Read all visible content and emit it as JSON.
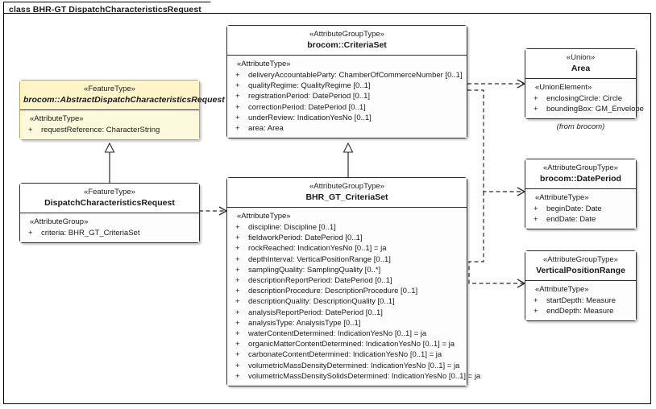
{
  "diagram": {
    "title": "class BHR-GT DispatchCharacteristicsRequest",
    "kind": "uml-class-diagram"
  },
  "classes": {
    "abstract_request": {
      "stereotype": "«FeatureType»",
      "name": "brocom::AbstractDispatchCharacteristicsRequest",
      "compartment_stereotype": "«AttributeType»",
      "attributes": [
        {
          "visibility": "+",
          "text": "requestReference: CharacterString"
        }
      ]
    },
    "dispatch_request": {
      "stereotype": "«FeatureType»",
      "name": "DispatchCharacteristicsRequest",
      "compartment_stereotype": "«AttributeGroup»",
      "attributes": [
        {
          "visibility": "+",
          "text": "criteria: BHR_GT_CriteriaSet"
        }
      ]
    },
    "criteria_set": {
      "stereotype": "«AttributeGroupType»",
      "name": "brocom::CriteriaSet",
      "compartment_stereotype": "«AttributeType»",
      "attributes": [
        {
          "visibility": "+",
          "text": "deliveryAccountableParty: ChamberOfCommerceNumber [0..1]"
        },
        {
          "visibility": "+",
          "text": "qualityRegime: QualityRegime [0..1]"
        },
        {
          "visibility": "+",
          "text": "registrationPeriod: DatePeriod [0..1]"
        },
        {
          "visibility": "+",
          "text": "correctionPeriod: DatePeriod [0..1]"
        },
        {
          "visibility": "+",
          "text": "underReview: IndicationYesNo [0..1]"
        },
        {
          "visibility": "+",
          "text": "area: Area"
        }
      ]
    },
    "bhr_gt_criteria_set": {
      "stereotype": "«AttributeGroupType»",
      "name": "BHR_GT_CriteriaSet",
      "compartment_stereotype": "«AttributeType»",
      "attributes": [
        {
          "visibility": "+",
          "text": "discipline: Discipline [0..1]"
        },
        {
          "visibility": "+",
          "text": "fieldworkPeriod: DatePeriod [0..1]"
        },
        {
          "visibility": "+",
          "text": "rockReached: IndicationYesNo [0..1] = ja"
        },
        {
          "visibility": "+",
          "text": "depthInterval: VerticalPositionRange [0..1]"
        },
        {
          "visibility": "+",
          "text": "samplingQuality: SamplingQuality [0..*]"
        },
        {
          "visibility": "+",
          "text": "descriptionReportPeriod: DatePeriod [0..1]"
        },
        {
          "visibility": "+",
          "text": "descriptionProcedure: DescriptionProcedure [0..1]"
        },
        {
          "visibility": "+",
          "text": "descriptionQuality: DescriptionQuality [0..1]"
        },
        {
          "visibility": "+",
          "text": "analysisReportPeriod: DatePeriod [0..1]"
        },
        {
          "visibility": "+",
          "text": "analysisType: AnalysisType [0..1]"
        },
        {
          "visibility": "+",
          "text": "waterContentDetermined: IndicationYesNo [0..1] = ja"
        },
        {
          "visibility": "+",
          "text": "organicMatterContentDetermined: IndicationYesNo [0..1] = ja"
        },
        {
          "visibility": "+",
          "text": "carbonateContentDetermined: IndicationYesNo [0..1] = ja"
        },
        {
          "visibility": "+",
          "text": "volumetricMassDensityDetermined: IndicationYesNo [0..1] = ja"
        },
        {
          "visibility": "+",
          "text": "volumetricMassDensitySolidsDetermined: IndicationYesNo [0..1] = ja"
        }
      ]
    },
    "area": {
      "stereotype": "«Union»",
      "name": "Area",
      "compartment_stereotype": "«UnionElement»",
      "attributes": [
        {
          "visibility": "+",
          "text": "enclosingCircle: Circle"
        },
        {
          "visibility": "+",
          "text": "boundingBox: GM_Envelope"
        }
      ],
      "note": "(from brocom)"
    },
    "date_period": {
      "stereotype": "«AttributeGroupType»",
      "name": "brocom::DatePeriod",
      "compartment_stereotype": "«AttributeType»",
      "attributes": [
        {
          "visibility": "+",
          "text": "beginDate: Date"
        },
        {
          "visibility": "+",
          "text": "endDate: Date"
        }
      ]
    },
    "vertical_position_range": {
      "stereotype": "«AttributeGroupType»",
      "name": "VerticalPositionRange",
      "compartment_stereotype": "«AttributeType»",
      "attributes": [
        {
          "visibility": "+",
          "text": "startDepth: Measure"
        },
        {
          "visibility": "+",
          "text": "endDepth: Measure"
        }
      ]
    }
  },
  "connectors": [
    {
      "name": "generalization-dispatch-to-abstract",
      "type": "generalization",
      "from": "dispatch_request",
      "to": "abstract_request"
    },
    {
      "name": "generalization-bhrgt-to-criteriaset",
      "type": "generalization",
      "from": "bhr_gt_criteria_set",
      "to": "criteria_set"
    },
    {
      "name": "dependency-dispatch-to-bhrgt",
      "type": "dependency",
      "from": "dispatch_request",
      "to": "bhr_gt_criteria_set"
    },
    {
      "name": "dependency-criteriaset-to-area",
      "type": "dependency",
      "from": "criteria_set",
      "to": "area"
    },
    {
      "name": "dependency-criteriaset-to-dateperiod",
      "type": "dependency",
      "from": "criteria_set",
      "to": "date_period"
    },
    {
      "name": "dependency-bhrgt-to-verticalpositionrange",
      "type": "dependency",
      "from": "bhr_gt_criteria_set",
      "to": "vertical_position_range"
    }
  ],
  "colors": {
    "background": "#ffffff",
    "class_fill": "#ffffff",
    "class_body_fill": "#fdfdfd",
    "highlight_fill": "#fdf5c8",
    "line": "#2b2b2b"
  }
}
